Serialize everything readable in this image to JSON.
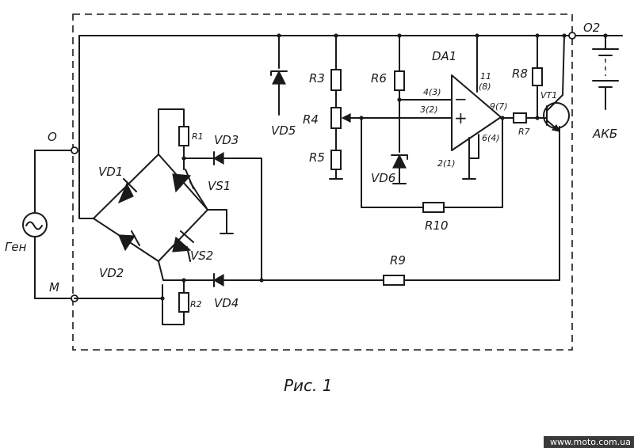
{
  "labels": {
    "terminal_o": "О",
    "terminal_m": "М",
    "terminal_o2": "О2",
    "generator": "Ген",
    "battery": "АКБ",
    "da1": "DA1",
    "caption": "Рис. 1"
  },
  "components": {
    "vd1": "VD1",
    "vd2": "VD2",
    "vd3": "VD3",
    "vd4": "VD4",
    "vd5": "VD5",
    "vd6": "VD6",
    "vs1": "VS1",
    "vs2": "VS2",
    "vt1": "VT1",
    "r1": "R1",
    "r2": "R2",
    "r3": "R3",
    "r4": "R4",
    "r5": "R5",
    "r6": "R6",
    "r7": "R7",
    "r8": "R8",
    "r9": "R9",
    "r10": "R10"
  },
  "opamp": {
    "minus_sign": "−",
    "plus_sign": "+",
    "pin_inv": "4(3)",
    "pin_noninv": "3(2)",
    "pin_vplus": "11",
    "pin_vplus_alt": "(8)",
    "pin_out": "9(7)",
    "pin_gnd": "2(1)",
    "pin_6": "6(4)"
  },
  "watermark": "www.moto.com.ua"
}
